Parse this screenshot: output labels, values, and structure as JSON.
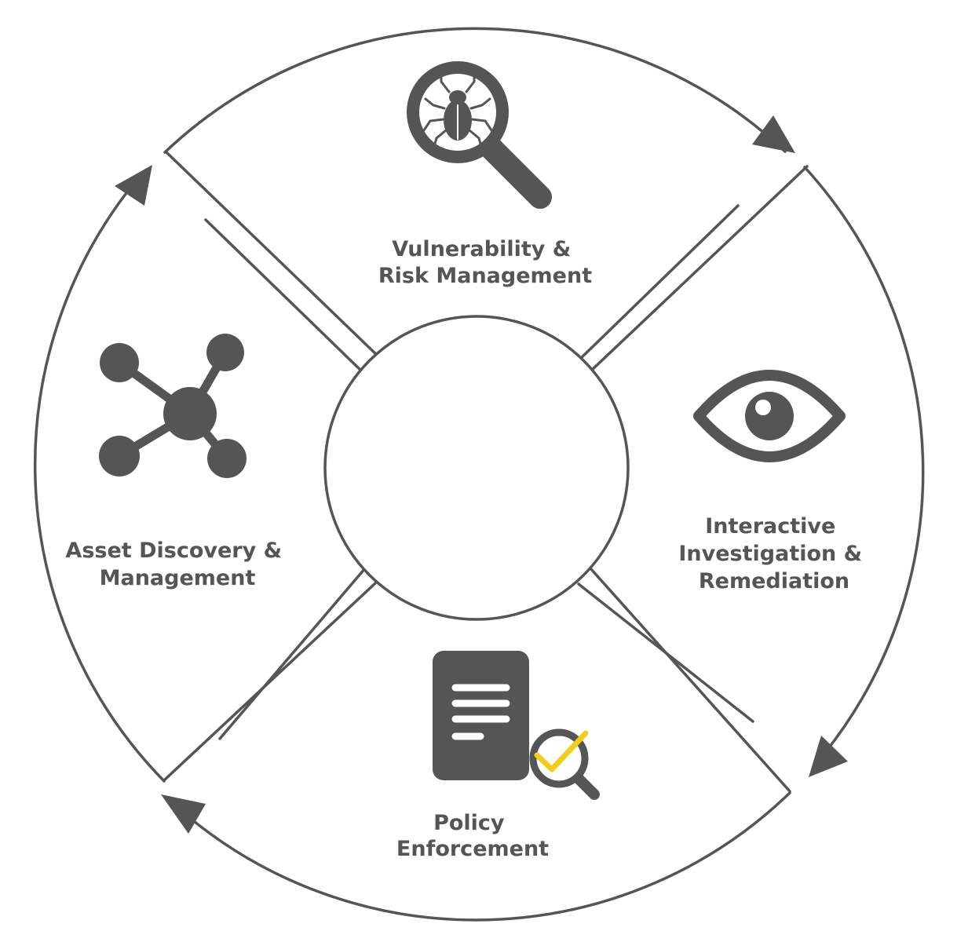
{
  "colors": {
    "ink": "#555555",
    "accent": "#f2cd1b",
    "background": "#ffffff"
  },
  "segments": [
    {
      "id": "vulnerability",
      "icon": "bug-magnifier-icon",
      "lines": [
        "Vulnerability &",
        "Risk Management"
      ]
    },
    {
      "id": "investigation",
      "icon": "eye-icon",
      "lines": [
        "Interactive",
        "Investigation &",
        "Remediation"
      ]
    },
    {
      "id": "policy",
      "icon": "document-check-icon",
      "lines": [
        "Policy",
        "Enforcement"
      ]
    },
    {
      "id": "asset",
      "icon": "network-node-icon",
      "lines": [
        "Asset Discovery &",
        "Management"
      ]
    }
  ]
}
